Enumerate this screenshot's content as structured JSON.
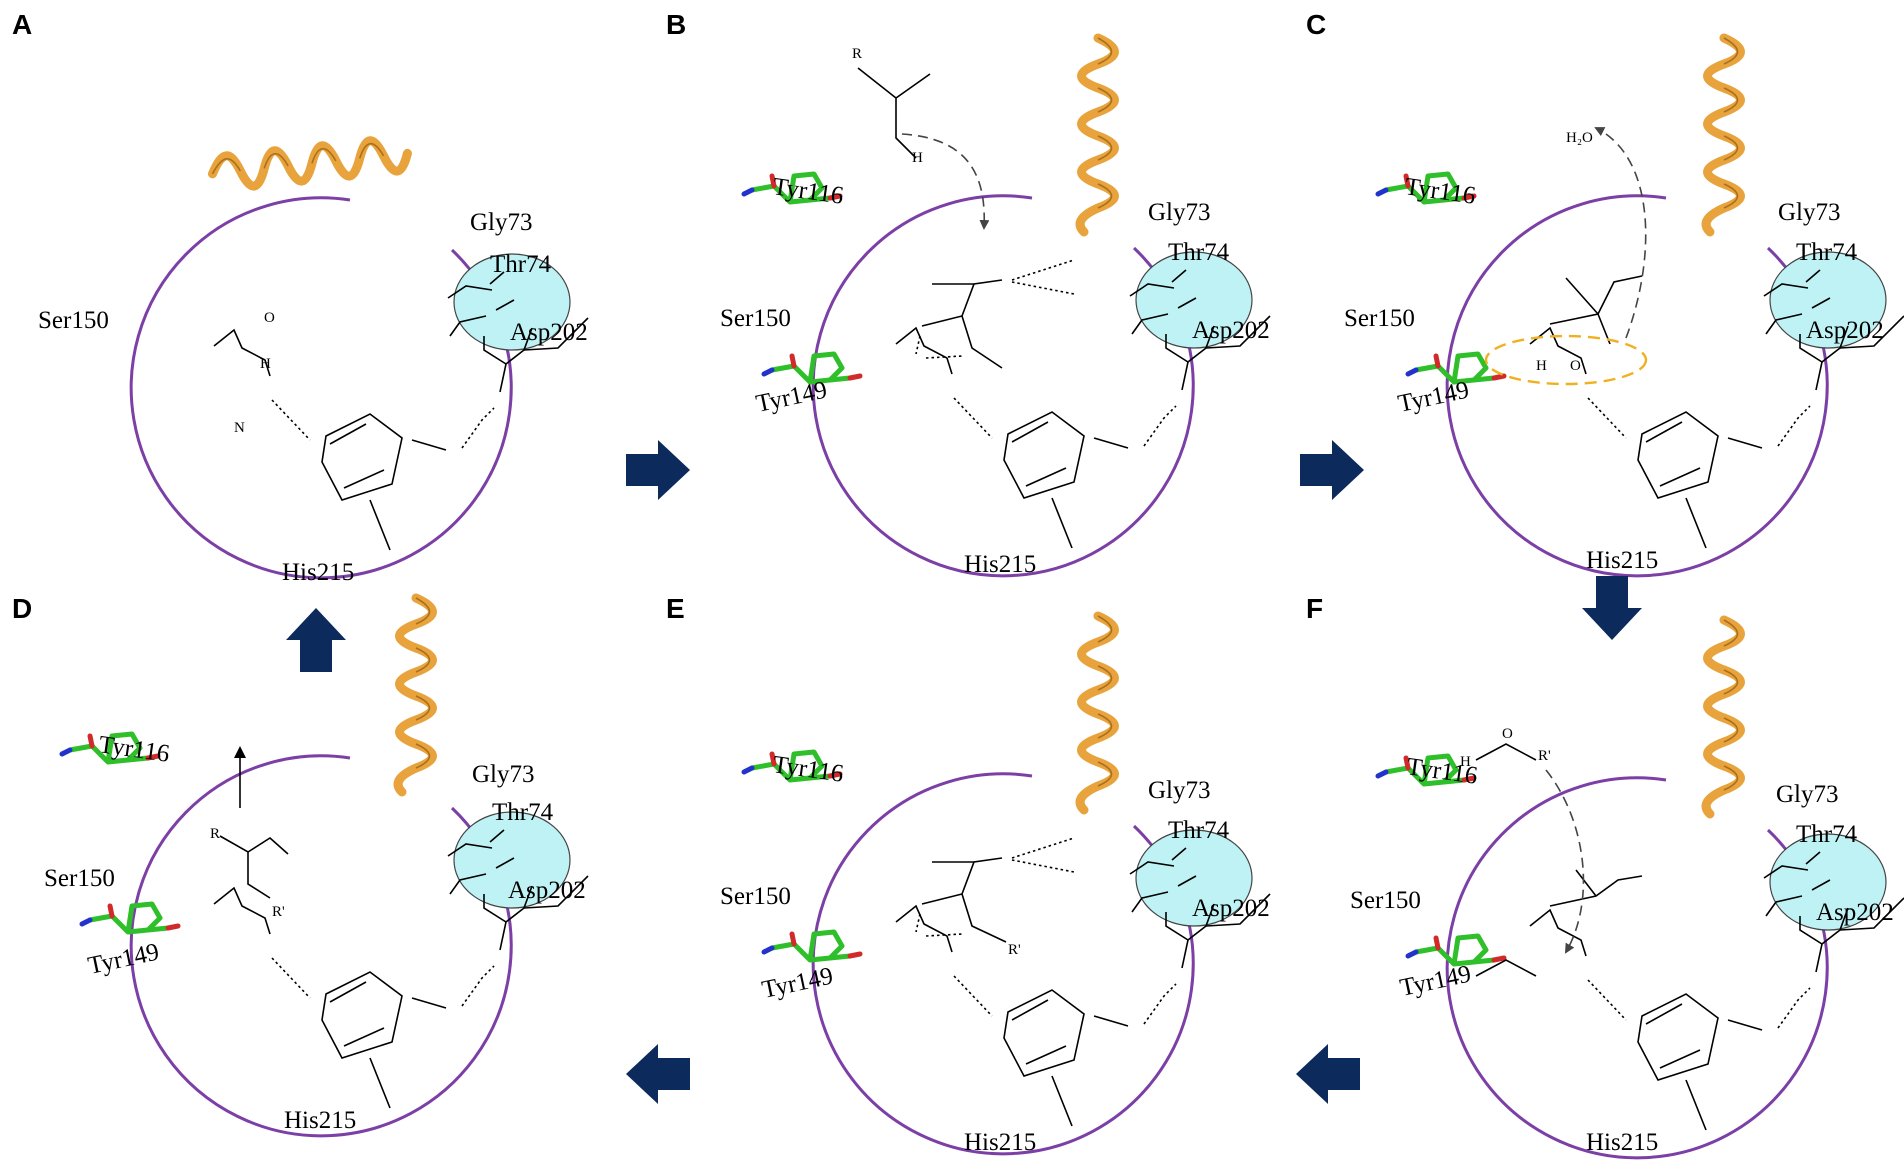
{
  "panels": [
    {
      "id": "A",
      "letter": "A"
    },
    {
      "id": "B",
      "letter": "B"
    },
    {
      "id": "C",
      "letter": "C"
    },
    {
      "id": "D",
      "letter": "D"
    },
    {
      "id": "E",
      "letter": "E"
    },
    {
      "id": "F",
      "letter": "F"
    }
  ],
  "labels": {
    "gly": "Gly73",
    "thr": "Thr74",
    "ser": "Ser150",
    "asp": "Asp202",
    "his": "His215",
    "tyr116": "Tyr116",
    "tyr149": "Tyr149"
  },
  "atoms": {
    "H": "H",
    "N": "N",
    "O": "O",
    "R": "R",
    "R_prime": "R'",
    "water": "H₂O"
  },
  "colors": {
    "ring": "#7b3fa6",
    "oxyanion_hole": "#bff2f5",
    "helix": "#e8a33c",
    "tyrosine": "#2fbf2a",
    "flow_arrow": "#0d2a5c",
    "water_ring": "#f0b020"
  }
}
